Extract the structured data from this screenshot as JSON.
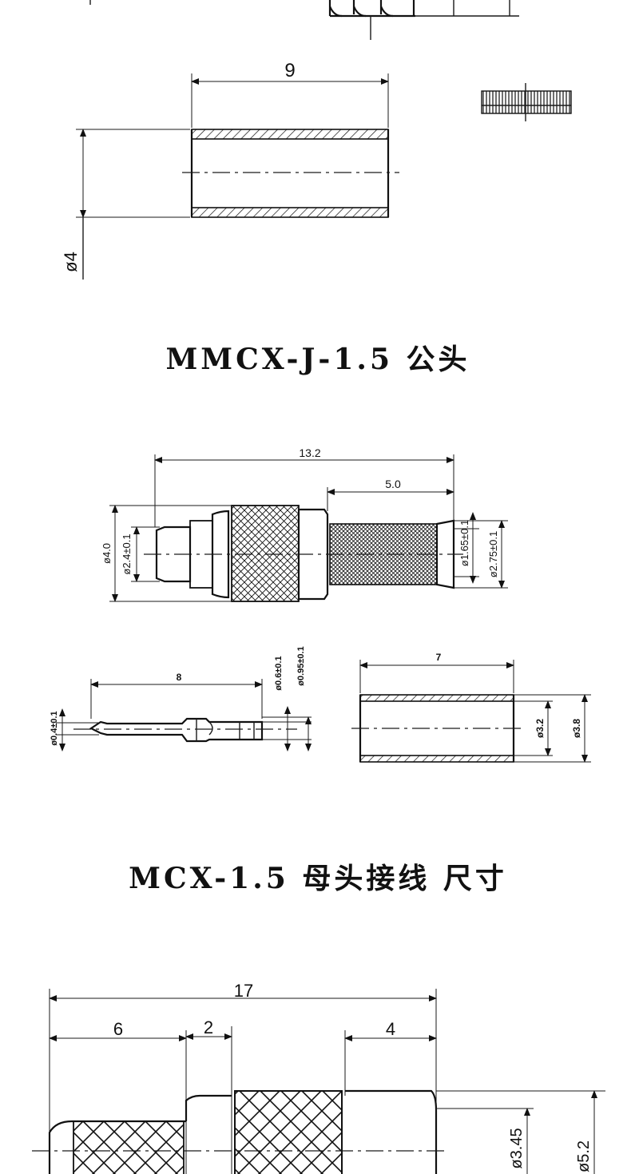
{
  "titles": {
    "male": "MMCX-J-1.5 公头",
    "female": "MCX-1.5 母头接线 尺寸"
  },
  "dims": {
    "sleeve_len": "9",
    "sleeve_dia": "ø4",
    "overall_len": "13.2",
    "rear_len": "5.0",
    "body_dia": "ø4.0",
    "pin_dia": "ø2.4±0.1",
    "crimp_inner": "ø1.65±0.1",
    "crimp_outer": "ø2.75±0.1",
    "contact_len": "8",
    "contact_tip": "ø0.4±0.1",
    "contact_mid": "ø0.6±0.1",
    "contact_back": "ø0.95±0.1",
    "ferrule_len": "7",
    "ferrule_inner": "ø3.2",
    "ferrule_outer": "ø3.8",
    "total_len": "17",
    "front_len": "6",
    "gap_len": "2",
    "back_len": "4",
    "back_dia": "ø3.45",
    "outer_dia": "ø5.2"
  }
}
